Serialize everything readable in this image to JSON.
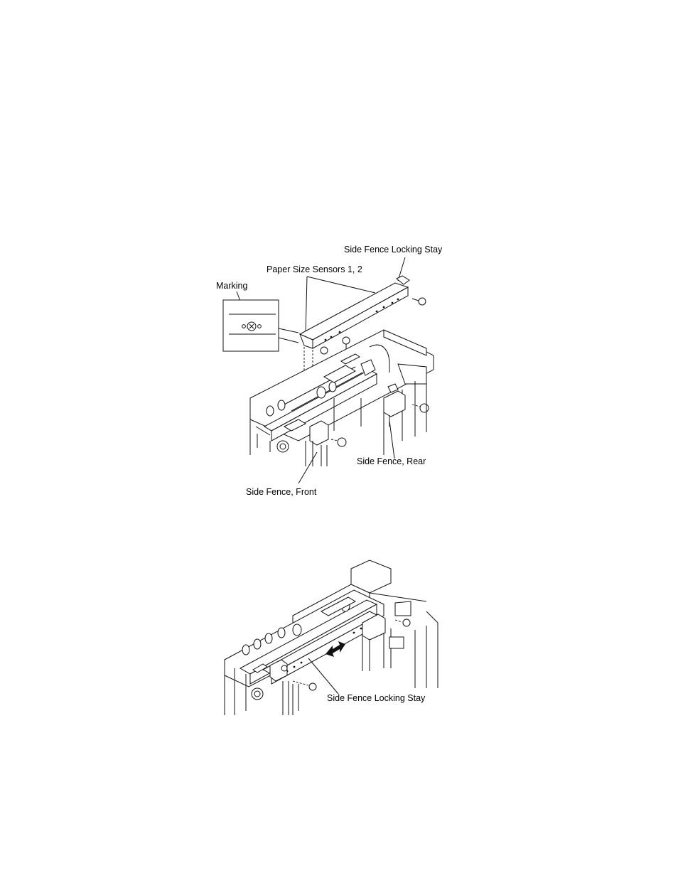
{
  "figure_top": {
    "labels": {
      "side_fence_locking_stay": "Side Fence Locking Stay",
      "paper_size_sensors": "Paper Size Sensors 1, 2",
      "marking": "Marking",
      "side_fence_rear": "Side Fence, Rear",
      "side_fence_front": "Side Fence, Front"
    }
  },
  "figure_bottom": {
    "labels": {
      "side_fence_locking_stay": "Side Fence Locking Stay"
    }
  }
}
